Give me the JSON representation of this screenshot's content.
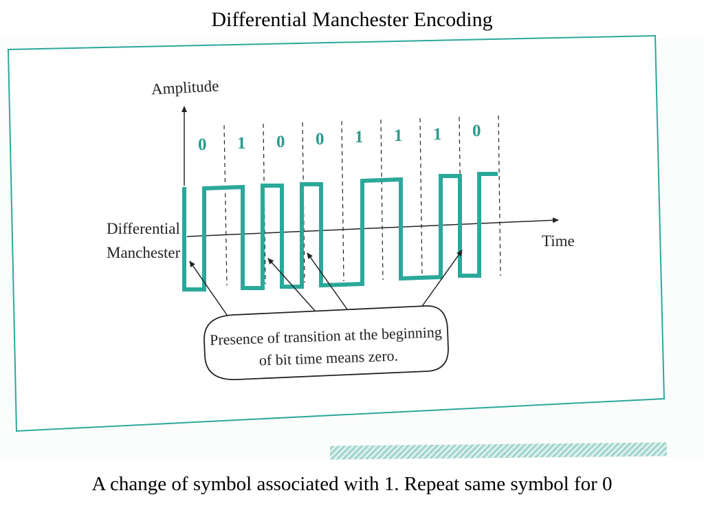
{
  "slide": {
    "title": "Differential Manchester Encoding",
    "caption": "A change of symbol associated with 1. Repeat same symbol for 0"
  },
  "figure": {
    "y_axis_label": "Amplitude",
    "x_axis_label": "Time",
    "signal_label_line1": "Differential",
    "signal_label_line2": "Manchester",
    "bits": [
      "0",
      "1",
      "0",
      "0",
      "1",
      "1",
      "1",
      "0"
    ],
    "callout_line1": "Presence of transition at the beginning",
    "callout_line2": "of bit time means zero.",
    "colors": {
      "signal": "#2aa89a",
      "frame": "#2aa89a",
      "bit_digits": "#2a9a8c",
      "ink": "#222222"
    }
  }
}
